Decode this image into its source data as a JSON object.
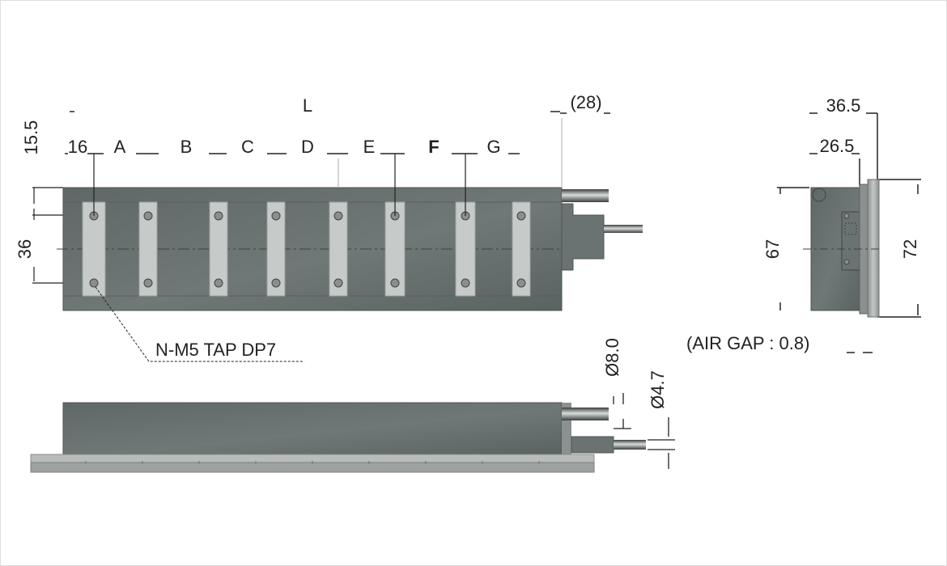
{
  "labels": {
    "L": "L",
    "overhang": "(28)",
    "top_offset": "15.5",
    "first_pitch": "16",
    "pitch_a": "A",
    "pitch_b": "B",
    "pitch_c": "C",
    "pitch_d": "D",
    "pitch_e": "E",
    "pitch_f": "F",
    "pitch_g": "G",
    "hole_spacing": "36",
    "tap_note": "N-M5 TAP DP7",
    "width_total": "36.5",
    "width_inner": "26.5",
    "height_body": "67",
    "height_plate": "72",
    "air_gap": "(AIR GAP : 0.8)",
    "cable_dia_large": "Ø8.0",
    "cable_dia_small": "Ø4.7"
  },
  "colors": {
    "body": "#6c7573",
    "body_edge": "#4f5654",
    "strip": "#c6cac9",
    "plate": "#a9adac",
    "line": "#333333"
  }
}
